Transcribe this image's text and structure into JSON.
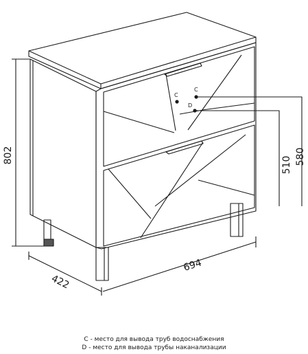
{
  "dimensions": {
    "height": "802",
    "width": "694",
    "depth": "422",
    "d_level": "510",
    "c_level": "580"
  },
  "markers": {
    "c_left": "C",
    "c_right": "C",
    "d": "D"
  },
  "legend": {
    "c_line": "C - место для вывода труб водоснабжения",
    "d_line": "D - место для вывода трубы наканализации"
  }
}
